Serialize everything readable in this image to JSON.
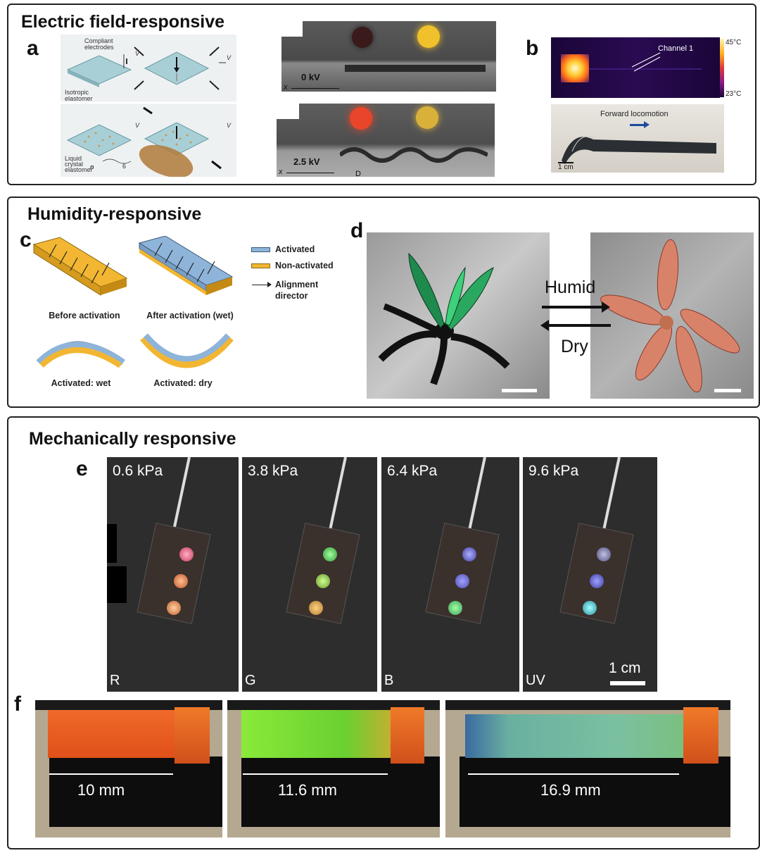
{
  "sections": {
    "electric": {
      "title": "Electric field-responsive",
      "panel_a": {
        "label": "a",
        "compliant_electrodes": "Compliant electrodes",
        "isotropic": "Isotropic elastomer",
        "liquid_crystal": "Liquid crystal elastomer",
        "volt": "V",
        "n": "n",
        "six": "6",
        "kv0": "0 kV",
        "kv25": "2.5 kV",
        "x": "x",
        "d": "D"
      },
      "panel_b": {
        "label": "b",
        "channel": "Channel 1",
        "tmax": "45°C",
        "tmin": "23°C",
        "locomotion": "Forward locomotion",
        "scale": "1 cm"
      }
    },
    "humidity": {
      "title": "Humidity-responsive",
      "panel_c": {
        "label": "c",
        "legend": [
          "Activated",
          "Non-activated",
          "Alignment director"
        ],
        "captions": [
          "Before activation",
          "After activation (wet)",
          "Activated: wet",
          "Activated: dry"
        ]
      },
      "panel_d": {
        "label": "d",
        "humid": "Humid",
        "dry": "Dry"
      }
    },
    "mechanical": {
      "title": "Mechanically responsive",
      "panel_e": {
        "label": "e",
        "frames": [
          {
            "pressure": "0.6 kPa",
            "channel": "R"
          },
          {
            "pressure": "3.8 kPa",
            "channel": "G"
          },
          {
            "pressure": "6.4 kPa",
            "channel": "B"
          },
          {
            "pressure": "9.6 kPa",
            "channel": "UV"
          }
        ],
        "scale": "1 cm"
      },
      "panel_f": {
        "label": "f",
        "lengths": [
          "10 mm",
          "11.6 mm",
          "16.9 mm"
        ]
      }
    }
  },
  "colors": {
    "activated": "#8fb4d9",
    "non_activated": "#f2b632",
    "frame": "#222222"
  }
}
